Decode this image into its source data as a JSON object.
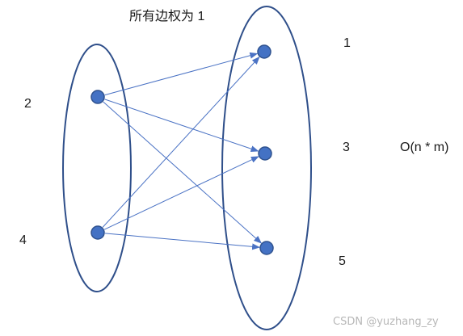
{
  "title": "所有边权为 1",
  "complexity": "O(n * m)",
  "watermark": "CSDN @yuzhang_zy",
  "colors": {
    "edge": "#4a72c4",
    "node_fill": "#4472c4",
    "node_stroke": "#2f528f",
    "ellipse_stroke": "#2f4f8a"
  },
  "left_group": {
    "nodes": [
      {
        "id": "L1",
        "label": "2"
      },
      {
        "id": "L2",
        "label": "4"
      }
    ]
  },
  "right_group": {
    "nodes": [
      {
        "id": "R1",
        "label": "1"
      },
      {
        "id": "R2",
        "label": "3"
      },
      {
        "id": "R3",
        "label": "5"
      }
    ]
  },
  "edges": [
    {
      "from": "L1",
      "to": "R1"
    },
    {
      "from": "L1",
      "to": "R2"
    },
    {
      "from": "L1",
      "to": "R3"
    },
    {
      "from": "L2",
      "to": "R1"
    },
    {
      "from": "L2",
      "to": "R2"
    },
    {
      "from": "L2",
      "to": "R3"
    }
  ]
}
